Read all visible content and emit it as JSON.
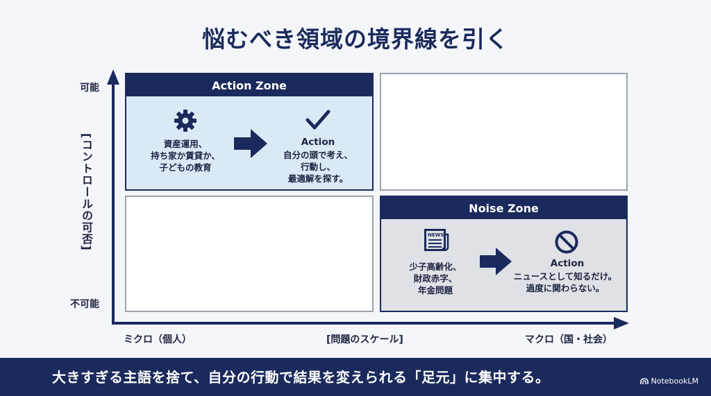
{
  "title": "悩むべき領域の境界線を引く",
  "y_axis": {
    "top_label": "可能",
    "bottom_label": "不可能",
    "title": "[コントロールの可否]"
  },
  "x_axis": {
    "left_label": "ミクロ（個人）",
    "center_title": "[問題のスケール]",
    "right_label": "マクロ（国・社会）"
  },
  "action_zone": {
    "header": "Action Zone",
    "input_icon": "gear-icon",
    "input_text": "資産運用、\n持ち家か賃貸か、\n子どもの教育",
    "output_icon": "checkmark-icon",
    "output_title": "Action",
    "output_text": "自分の頭で考え、\n行動し、\n最適解を探す。"
  },
  "noise_zone": {
    "header": "Noise Zone",
    "input_icon": "news-icon",
    "input_icon_text": "NEWS",
    "input_text": "少子高齢化、\n財政赤字、\n年金問題",
    "output_icon": "prohibited-icon",
    "output_title": "Action",
    "output_text": "ニュースとして知るだけ。\n過度に関わらない。"
  },
  "footer": {
    "message": "大きすぎる主語を捨て、自分の行動で結果を変えられる「足元」に集中する。",
    "brand": "NotebookLM"
  },
  "colors": {
    "navy": "#1b2a5c",
    "action_bg": "#dbe9f7",
    "noise_bg": "#dfe1e6",
    "background": "#f4f6fa"
  }
}
